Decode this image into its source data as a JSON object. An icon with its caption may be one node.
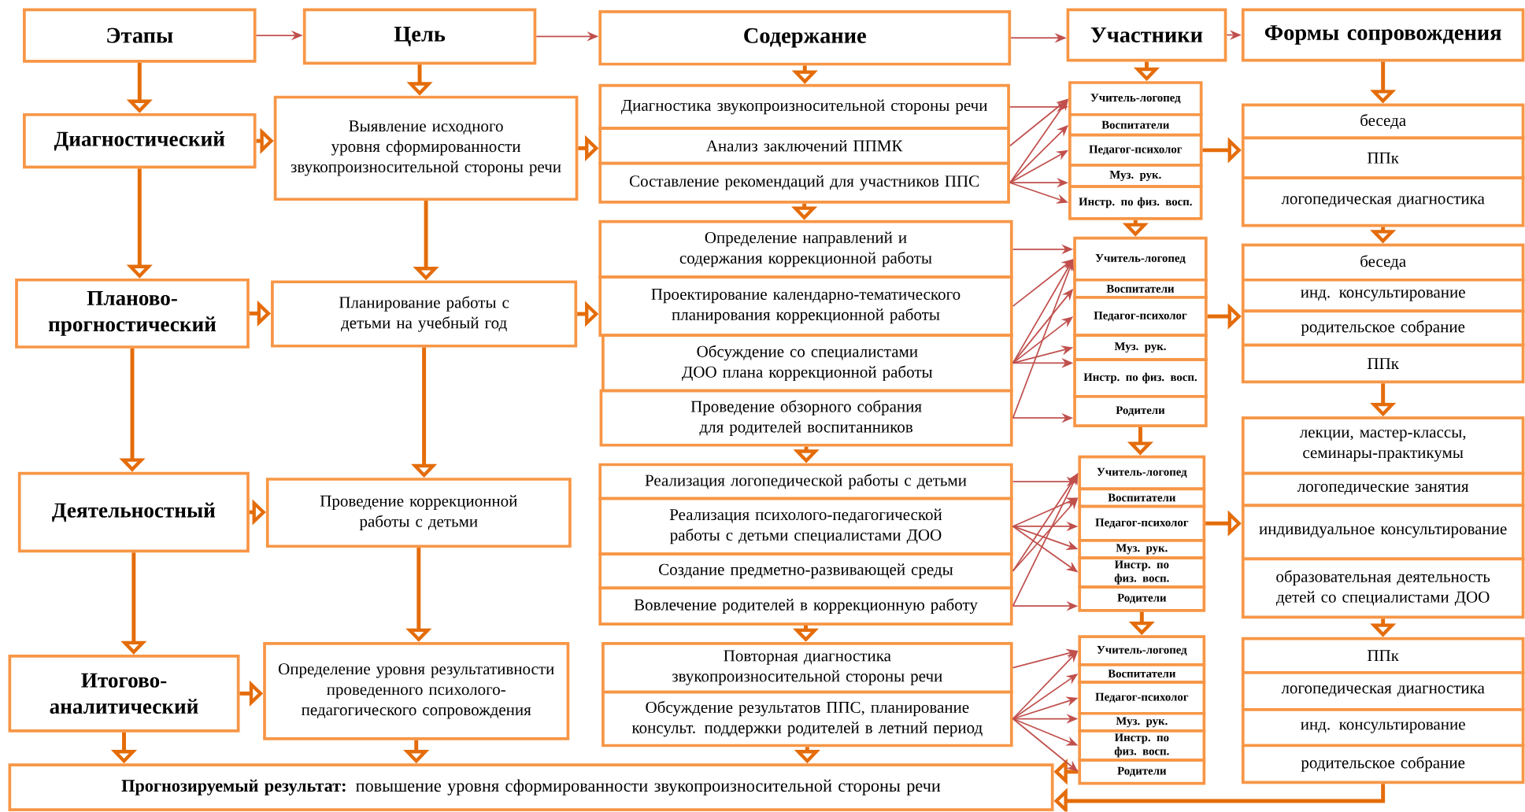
{
  "diagram": {
    "nodes": [
      {
        "text": [
          "Этапы"
        ]
      },
      {
        "text": [
          "Цель"
        ]
      },
      {
        "text": [
          "Содержание"
        ]
      },
      {
        "text": [
          "Участники"
        ]
      },
      {
        "text": [
          "Формы сопровождения"
        ]
      },
      {
        "text": [
          "Диагностический"
        ]
      },
      {
        "text": [
          "Планово-прогностический"
        ]
      },
      {
        "text": [
          "Деятельностный"
        ]
      },
      {
        "text": [
          "Итогово-аналитический"
        ]
      },
      {
        "text": [
          "Выявление исходного уровня сформированности звукопроизносительной стороны речи"
        ]
      },
      {
        "text": [
          "Планирование работы с детьми на учебный год"
        ]
      },
      {
        "text": [
          "Проведение коррекционной работы с детьми"
        ]
      },
      {
        "text": [
          "Определение уровня результативности проведенного психолого-педагогического сопровождения"
        ]
      },
      {
        "text": [
          "Диагностика звукопроизносительной стороны речи"
        ]
      },
      {
        "text": [
          "Анализ заключений ППМК"
        ]
      },
      {
        "text": [
          "Составление рекомендаций для участников ППС"
        ]
      },
      {
        "text": [
          "Определение направлений и содержания коррекционной работы"
        ]
      },
      {
        "text": [
          "Проектирование календарно-тематического планирования коррекционной работы"
        ]
      },
      {
        "text": [
          "Обсуждение со специалистами ДОО плана коррекционной работы"
        ]
      },
      {
        "text": [
          "Проведение обзорного собрания для родителей воспитанников"
        ]
      },
      {
        "text": [
          "Реализация логопедической работы с детьми"
        ]
      },
      {
        "text": [
          "Реализация психолого-педагогической работы с детьми специалистами ДОО"
        ]
      },
      {
        "text": [
          "Создание предметно-развивающей среды"
        ]
      },
      {
        "text": [
          "Вовлечение родителей в коррекционную работу"
        ]
      },
      {
        "text": [
          "Повторная диагностика звукопроизносительной стороны речи"
        ]
      },
      {
        "text": [
          "Обсуждение результатов ППС, планирование консульт. поддержки родителей в летний период"
        ]
      },
      {
        "text": [
          "Учитель-логопед"
        ]
      },
      {
        "text": [
          "Воспитатели"
        ]
      },
      {
        "text": [
          "Педагог-психолог"
        ]
      },
      {
        "text": [
          "Муз. рук."
        ]
      },
      {
        "text": [
          "Инстр. по физ. восп."
        ]
      },
      {
        "text": [
          "Учитель-логопед"
        ]
      },
      {
        "text": [
          "Воспитатели"
        ]
      },
      {
        "text": [
          "Педагог-психолог"
        ]
      },
      {
        "text": [
          "Муз. рук."
        ]
      },
      {
        "text": [
          "Инстр. по физ. восп."
        ]
      },
      {
        "text": [
          "Родители"
        ]
      },
      {
        "text": [
          "Учитель-логопед"
        ]
      },
      {
        "text": [
          "Воспитатели"
        ]
      },
      {
        "text": [
          "Педагог-психолог"
        ]
      },
      {
        "text": [
          "Муз. рук."
        ]
      },
      {
        "text": [
          "Инстр. по физ. восп."
        ]
      },
      {
        "text": [
          "Родители"
        ]
      },
      {
        "text": [
          "Учитель-логопед"
        ]
      },
      {
        "text": [
          "Воспитатели"
        ]
      },
      {
        "text": [
          "Педагог-психолог"
        ]
      },
      {
        "text": [
          "Муз. рук."
        ]
      },
      {
        "text": [
          "Инстр. по физ. восп."
        ]
      },
      {
        "text": [
          "Родители"
        ]
      },
      {
        "text": [
          "беседа"
        ]
      },
      {
        "text": [
          "ППк"
        ]
      },
      {
        "text": [
          "логопедическая диагностика"
        ]
      },
      {
        "text": [
          "беседа"
        ]
      },
      {
        "text": [
          "инд. консультирование"
        ]
      },
      {
        "text": [
          "родительское собрание"
        ]
      },
      {
        "text": [
          "ППк"
        ]
      },
      {
        "text": [
          "лекции, мастер-классы, семинары-практикумы"
        ]
      },
      {
        "text": [
          "логопедические занятия"
        ]
      },
      {
        "text": [
          "индивидуальное консультирование"
        ]
      },
      {
        "text": [
          "образовательная деятельность детей со специалистами ДОО"
        ]
      },
      {
        "text": [
          "ППк"
        ]
      },
      {
        "text": [
          "логопедическая диагностика"
        ]
      },
      {
        "text": [
          "инд. консультирование"
        ]
      },
      {
        "text": [
          "родительское собрание"
        ]
      },
      {
        "text": [
          "**Прогнозируемый результат:** повышение уровня сформированности звукопроизносительной стороны речи"
        ]
      }
    ],
    "edges": [
      {
        "from": 0,
        "to": 1,
        "arrow": "to"
      },
      {
        "from": 1,
        "to": 2,
        "arrow": "to"
      },
      {
        "from": 2,
        "to": 3,
        "arrow": "to"
      },
      {
        "from": 3,
        "to": 4,
        "arrow": "to"
      },
      {
        "from": 0,
        "to": 5,
        "arrow": "to",
        "style": "thick",
        "color": "#e46c0a"
      },
      {
        "from": 5,
        "to": 6,
        "arrow": "to",
        "style": "thick",
        "color": "#e46c0a"
      },
      {
        "from": 6,
        "to": 7,
        "arrow": "to",
        "style": "thick",
        "color": "#e46c0a"
      },
      {
        "from": 7,
        "to": 8,
        "arrow": "to",
        "style": "thick",
        "color": "#e46c0a"
      },
      {
        "from": 8,
        "to": 64,
        "arrow": "to",
        "style": "thick",
        "color": "#e46c0a"
      },
      {
        "from": 1,
        "to": 9,
        "arrow": "to",
        "style": "thick",
        "color": "#e46c0a"
      },
      {
        "from": 9,
        "to": 10,
        "arrow": "to",
        "style": "thick",
        "color": "#e46c0a"
      },
      {
        "from": 10,
        "to": 11,
        "arrow": "to",
        "style": "thick",
        "color": "#e46c0a"
      },
      {
        "from": 11,
        "to": 12,
        "arrow": "to",
        "style": "thick",
        "color": "#e46c0a"
      },
      {
        "from": 12,
        "to": 64,
        "arrow": "to",
        "style": "thick",
        "color": "#e46c0a"
      },
      {
        "from": 2,
        "to": 13,
        "arrow": "to",
        "style": "thick",
        "color": "#e46c0a"
      },
      {
        "from": 15,
        "to": 16,
        "arrow": "to",
        "style": "thick",
        "color": "#e46c0a"
      },
      {
        "from": 19,
        "to": 20,
        "arrow": "to",
        "style": "thick",
        "color": "#e46c0a"
      },
      {
        "from": 23,
        "to": 24,
        "arrow": "to",
        "style": "thick",
        "color": "#e46c0a"
      },
      {
        "from": 25,
        "to": 64,
        "arrow": "to",
        "style": "thick",
        "color": "#e46c0a"
      },
      {
        "from": 3,
        "to": 26,
        "arrow": "to",
        "style": "thick",
        "color": "#e46c0a"
      },
      {
        "from": 30,
        "to": 31,
        "arrow": "to",
        "style": "thick",
        "color": "#e46c0a"
      },
      {
        "from": 36,
        "to": 37,
        "arrow": "to",
        "style": "thick",
        "color": "#e46c0a"
      },
      {
        "from": 42,
        "to": 43,
        "arrow": "to",
        "style": "thick",
        "color": "#e46c0a"
      },
      {
        "from": 48,
        "to": 64,
        "arrow": "to",
        "style": "thick",
        "color": "#e46c0a"
      },
      {
        "from": 4,
        "to": 49,
        "arrow": "to",
        "style": "thick",
        "color": "#e46c0a"
      },
      {
        "from": 51,
        "to": 52,
        "arrow": "to",
        "style": "thick",
        "color": "#e46c0a"
      },
      {
        "from": 55,
        "to": 56,
        "arrow": "to",
        "style": "thick",
        "color": "#e46c0a"
      },
      {
        "from": 59,
        "to": 60,
        "arrow": "to",
        "style": "thick",
        "color": "#e46c0a"
      },
      {
        "from": 63,
        "to": 64,
        "arrow": "to",
        "style": "thick",
        "color": "#e46c0a"
      },
      {
        "from": 5,
        "to": 9,
        "arrow": "to",
        "style": "thick",
        "color": "#e46c0a"
      },
      {
        "from": 9,
        "to": 14,
        "arrow": "to",
        "style": "thick",
        "color": "#e46c0a"
      },
      {
        "from": 6,
        "to": 10,
        "arrow": "to",
        "style": "thick",
        "color": "#e46c0a"
      },
      {
        "from": 10,
        "to": 17,
        "arrow": "to",
        "style": "thick",
        "color": "#e46c0a"
      },
      {
        "from": 7,
        "to": 11,
        "arrow": "to",
        "style": "thick",
        "color": "#e46c0a"
      },
      {
        "from": 8,
        "to": 12,
        "arrow": "to",
        "style": "thick",
        "color": "#e46c0a"
      },
      {
        "from": 28,
        "to": 50,
        "arrow": "to",
        "style": "thick",
        "color": "#e46c0a"
      },
      {
        "from": 33,
        "to": 54,
        "arrow": "to",
        "style": "thick",
        "color": "#e46c0a"
      },
      {
        "from": 39,
        "to": 58,
        "arrow": "to",
        "style": "thick",
        "color": "#e46c0a"
      },
      {
        "from": 13,
        "to": 26,
        "arrow": "to"
      },
      {
        "from": 14,
        "to": 26,
        "arrow": "to"
      },
      {
        "from": 15,
        "to": 26,
        "arrow": "to"
      },
      {
        "from": 15,
        "to": 27,
        "arrow": "to"
      },
      {
        "from": 15,
        "to": 28,
        "arrow": "to"
      },
      {
        "from": 15,
        "to": 29,
        "arrow": "to"
      },
      {
        "from": 15,
        "to": 30,
        "arrow": "to"
      },
      {
        "from": 16,
        "to": 31,
        "arrow": "to"
      },
      {
        "from": 17,
        "to": 31,
        "arrow": "to"
      },
      {
        "from": 18,
        "to": 31,
        "arrow": "to"
      },
      {
        "from": 18,
        "to": 32,
        "arrow": "to"
      },
      {
        "from": 18,
        "to": 33,
        "arrow": "to"
      },
      {
        "from": 18,
        "to": 34,
        "arrow": "to"
      },
      {
        "from": 18,
        "to": 35,
        "arrow": "to"
      },
      {
        "from": 19,
        "to": 31,
        "arrow": "to"
      },
      {
        "from": 19,
        "to": 36,
        "arrow": "to"
      },
      {
        "from": 20,
        "to": 37,
        "arrow": "to"
      },
      {
        "from": 21,
        "to": 38,
        "arrow": "to"
      },
      {
        "from": 21,
        "to": 39,
        "arrow": "to"
      },
      {
        "from": 21,
        "to": 40,
        "arrow": "to"
      },
      {
        "from": 21,
        "to": 41,
        "arrow": "to"
      },
      {
        "from": 22,
        "to": 37,
        "arrow": "to"
      },
      {
        "from": 22,
        "to": 38,
        "arrow": "to"
      },
      {
        "from": 23,
        "to": 37,
        "arrow": "to"
      },
      {
        "from": 23,
        "to": 42,
        "arrow": "to"
      },
      {
        "from": 24,
        "to": 43,
        "arrow": "to"
      },
      {
        "from": 25,
        "to": 43,
        "arrow": "to"
      },
      {
        "from": 25,
        "to": 44,
        "arrow": "to"
      },
      {
        "from": 25,
        "to": 45,
        "arrow": "to"
      },
      {
        "from": 25,
        "to": 46,
        "arrow": "to"
      },
      {
        "from": 25,
        "to": 47,
        "arrow": "to"
      },
      {
        "from": 25,
        "to": 48,
        "arrow": "to"
      }
    ]
  }
}
